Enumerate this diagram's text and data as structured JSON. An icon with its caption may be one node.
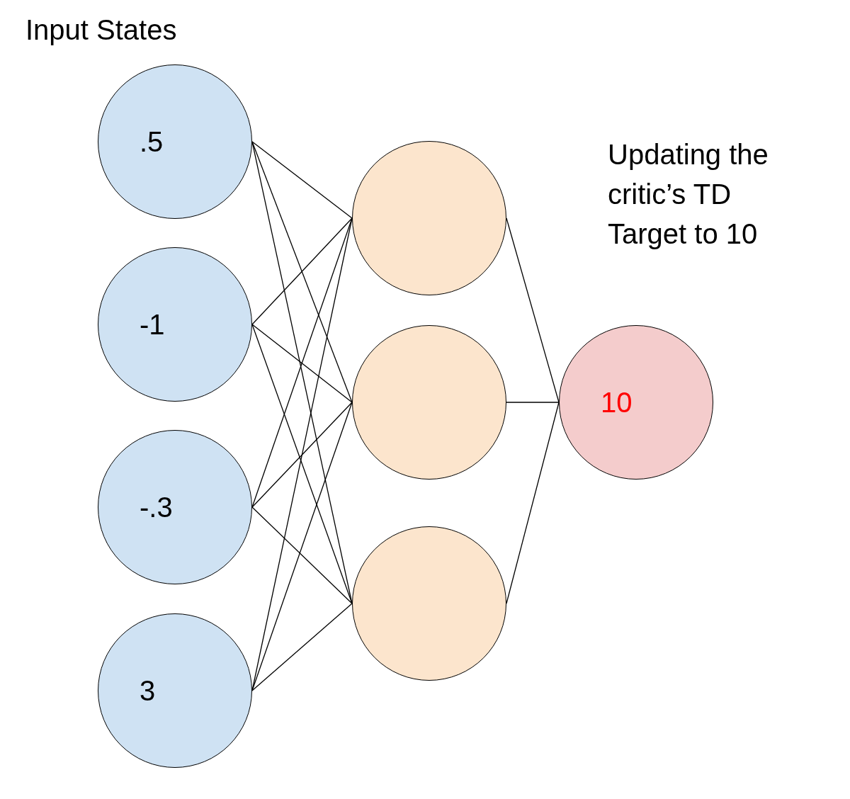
{
  "diagram": {
    "nodes": [
      {
        "text": [
          ".5"
        ]
      },
      {
        "text": [
          "-1"
        ]
      },
      {
        "text": [
          "-.3"
        ]
      },
      {
        "text": [
          "3"
        ]
      },
      {
        "text": [],
        "shape": "circle"
      },
      {
        "text": [],
        "shape": "circle"
      },
      {
        "text": [],
        "shape": "circle"
      },
      {
        "text": [
          "10"
        ]
      }
    ],
    "edges": [
      {
        "from": 0,
        "to": 4,
        "arrow": "none"
      },
      {
        "from": 0,
        "to": 5,
        "arrow": "none"
      },
      {
        "from": 0,
        "to": 6,
        "arrow": "none"
      },
      {
        "from": 1,
        "to": 4,
        "arrow": "none"
      },
      {
        "from": 1,
        "to": 5,
        "arrow": "none"
      },
      {
        "from": 1,
        "to": 6,
        "arrow": "none"
      },
      {
        "from": 2,
        "to": 4,
        "arrow": "none"
      },
      {
        "from": 2,
        "to": 5,
        "arrow": "none"
      },
      {
        "from": 2,
        "to": 6,
        "arrow": "none"
      },
      {
        "from": 3,
        "to": 4,
        "arrow": "none"
      },
      {
        "from": 3,
        "to": 5,
        "arrow": "none"
      },
      {
        "from": 3,
        "to": 6,
        "arrow": "none"
      },
      {
        "from": 4,
        "to": 7,
        "arrow": "none"
      },
      {
        "from": 5,
        "to": 7,
        "arrow": "none"
      },
      {
        "from": 6,
        "to": 7,
        "arrow": "none"
      }
    ],
    "labels": [
      "Input States",
      "Updating the critic’s TD Target to 10"
    ]
  }
}
